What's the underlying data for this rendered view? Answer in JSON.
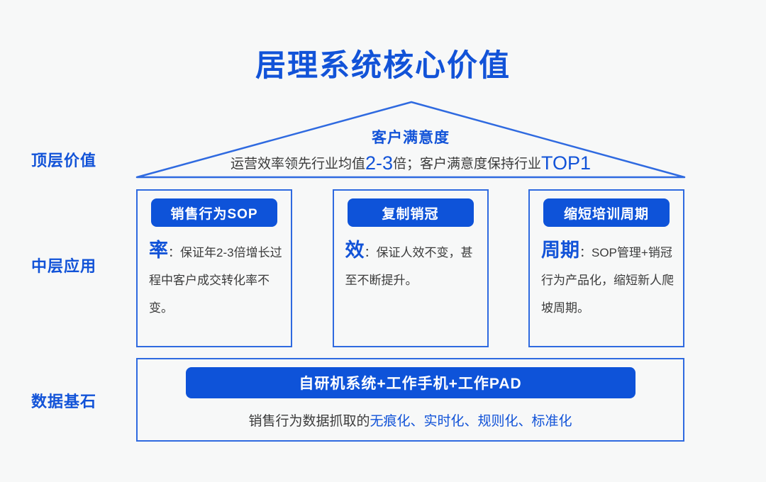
{
  "title": "居理系统核心价值",
  "roof": {
    "label": "客户满意度",
    "subtitle": {
      "p1": "运营效率领先行业均值",
      "hl1": "2-3",
      "p2": "倍；客户满意度保持行业",
      "hl2": "TOP1"
    }
  },
  "layers": {
    "top": "顶层价值",
    "middle": "中层应用",
    "bottom": "数据基石"
  },
  "cards": [
    {
      "header": "销售行为SOP",
      "keyword": "率",
      "body": "：保证年2-3倍增长过程中客户成交转化率不变。"
    },
    {
      "header": "复制销冠",
      "keyword": "效",
      "body": "：保证人效不变，甚至不断提升。"
    },
    {
      "header": "缩短培训周期",
      "keyword": "周期",
      "body": "：SOP管理+销冠行为产品化，缩短新人爬坡周期。"
    }
  ],
  "foundation": {
    "button": "自研机系统+工作手机+工作PAD",
    "desc_prefix": "销售行为数据抓取的",
    "desc_highlight": "无痕化、实时化、规则化、标准化"
  },
  "colors": {
    "primary_blue": "#0e53d9",
    "text_blue": "#1253d8",
    "border_blue": "#2f6ae0",
    "dark_text": "#3b3b3b",
    "background": "#f7f8f8"
  }
}
